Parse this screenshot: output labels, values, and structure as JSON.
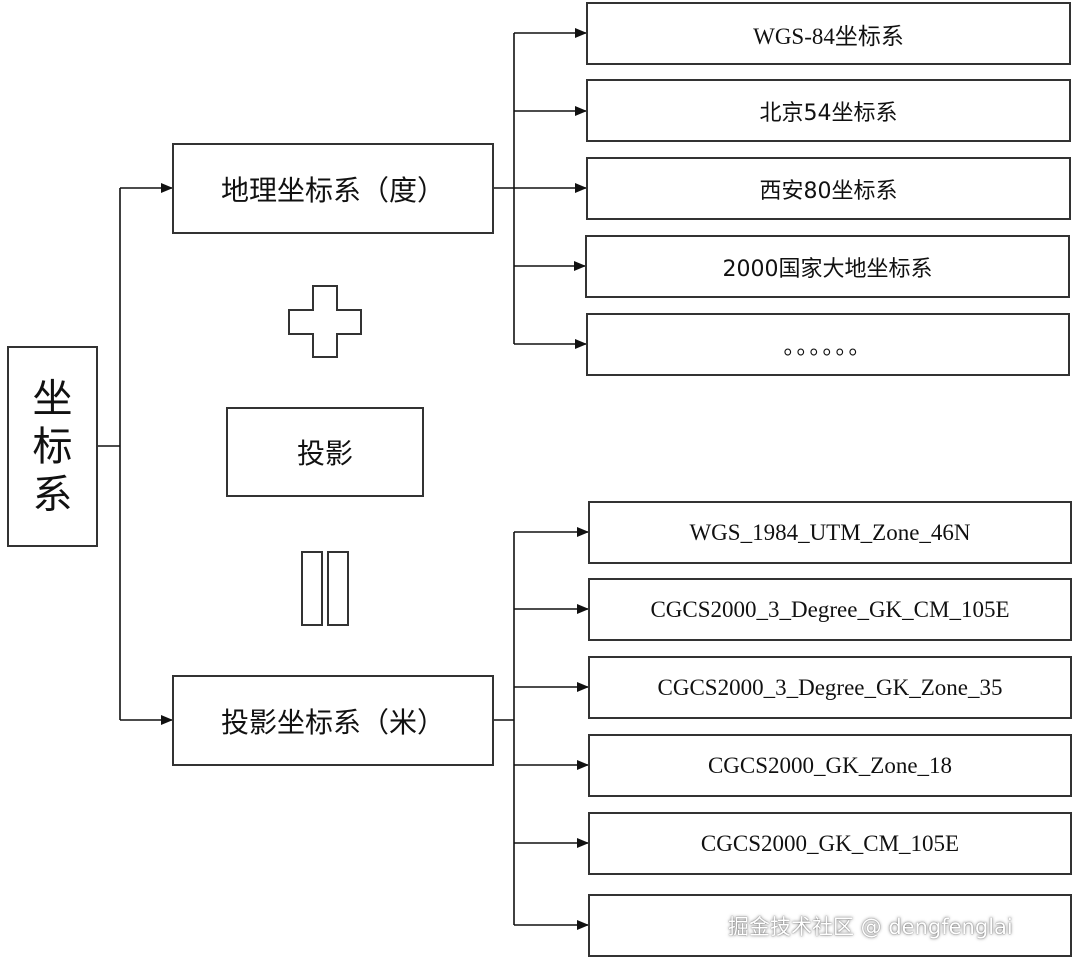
{
  "root": {
    "chars": [
      "坐",
      "标",
      "系"
    ]
  },
  "geographic": {
    "label": "地理坐标系（度）",
    "items": [
      "WGS-84坐标系",
      "北京54坐标系",
      "西安80坐标系",
      "2000国家大地坐标系",
      "。。。。。。"
    ]
  },
  "operator_plus": "plus-symbol",
  "projection": {
    "label": "投影"
  },
  "operator_equals": "equals-symbol",
  "projected": {
    "label": "投影坐标系（米）",
    "items": [
      "WGS_1984_UTM_Zone_46N",
      "CGCS2000_3_Degree_GK_CM_105E",
      "CGCS2000_3_Degree_GK_Zone_35",
      "CGCS2000_GK_Zone_18",
      "CGCS2000_GK_CM_105E",
      ""
    ]
  },
  "watermark": "掘金技术社区 @ dengfenglai",
  "colors": {
    "line": "#111111",
    "border": "#333333"
  }
}
